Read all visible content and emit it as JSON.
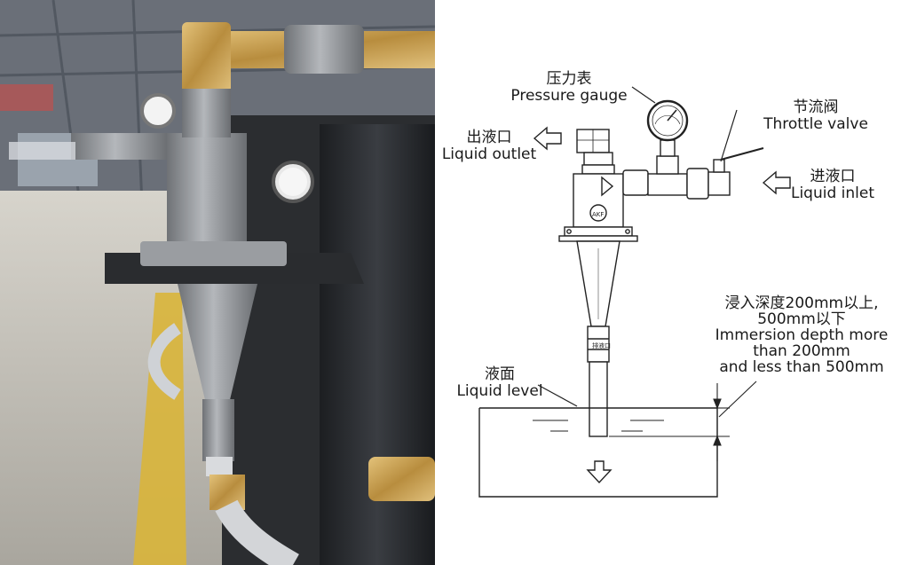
{
  "labels": {
    "pressure_gauge": {
      "cn": "压力表",
      "en": "Pressure gauge"
    },
    "throttle_valve": {
      "cn": "节流阀",
      "en": "Throttle valve"
    },
    "liquid_outlet": {
      "cn": "出液口",
      "en": "Liquid outlet"
    },
    "liquid_inlet": {
      "cn": "进液口",
      "en": "Liquid inlet"
    },
    "liquid_level": {
      "cn": "液面",
      "en": "Liquid level"
    },
    "immersion": {
      "cn1": "浸入深度200mm以上,",
      "cn2": "500mm以下",
      "en1": "Immersion depth more",
      "en2": "than 200mm",
      "en3": "and less than 500mm"
    },
    "logo": "AKF",
    "nozzle_mark": "排液口"
  },
  "colors": {
    "line": "#222222",
    "photo_floor": "#b9b8b2",
    "photo_machine": "#2b2d30",
    "photo_steel": "#8f9296",
    "photo_brass": "#c9a35a",
    "photo_yellow_line": "#d9b53a"
  }
}
